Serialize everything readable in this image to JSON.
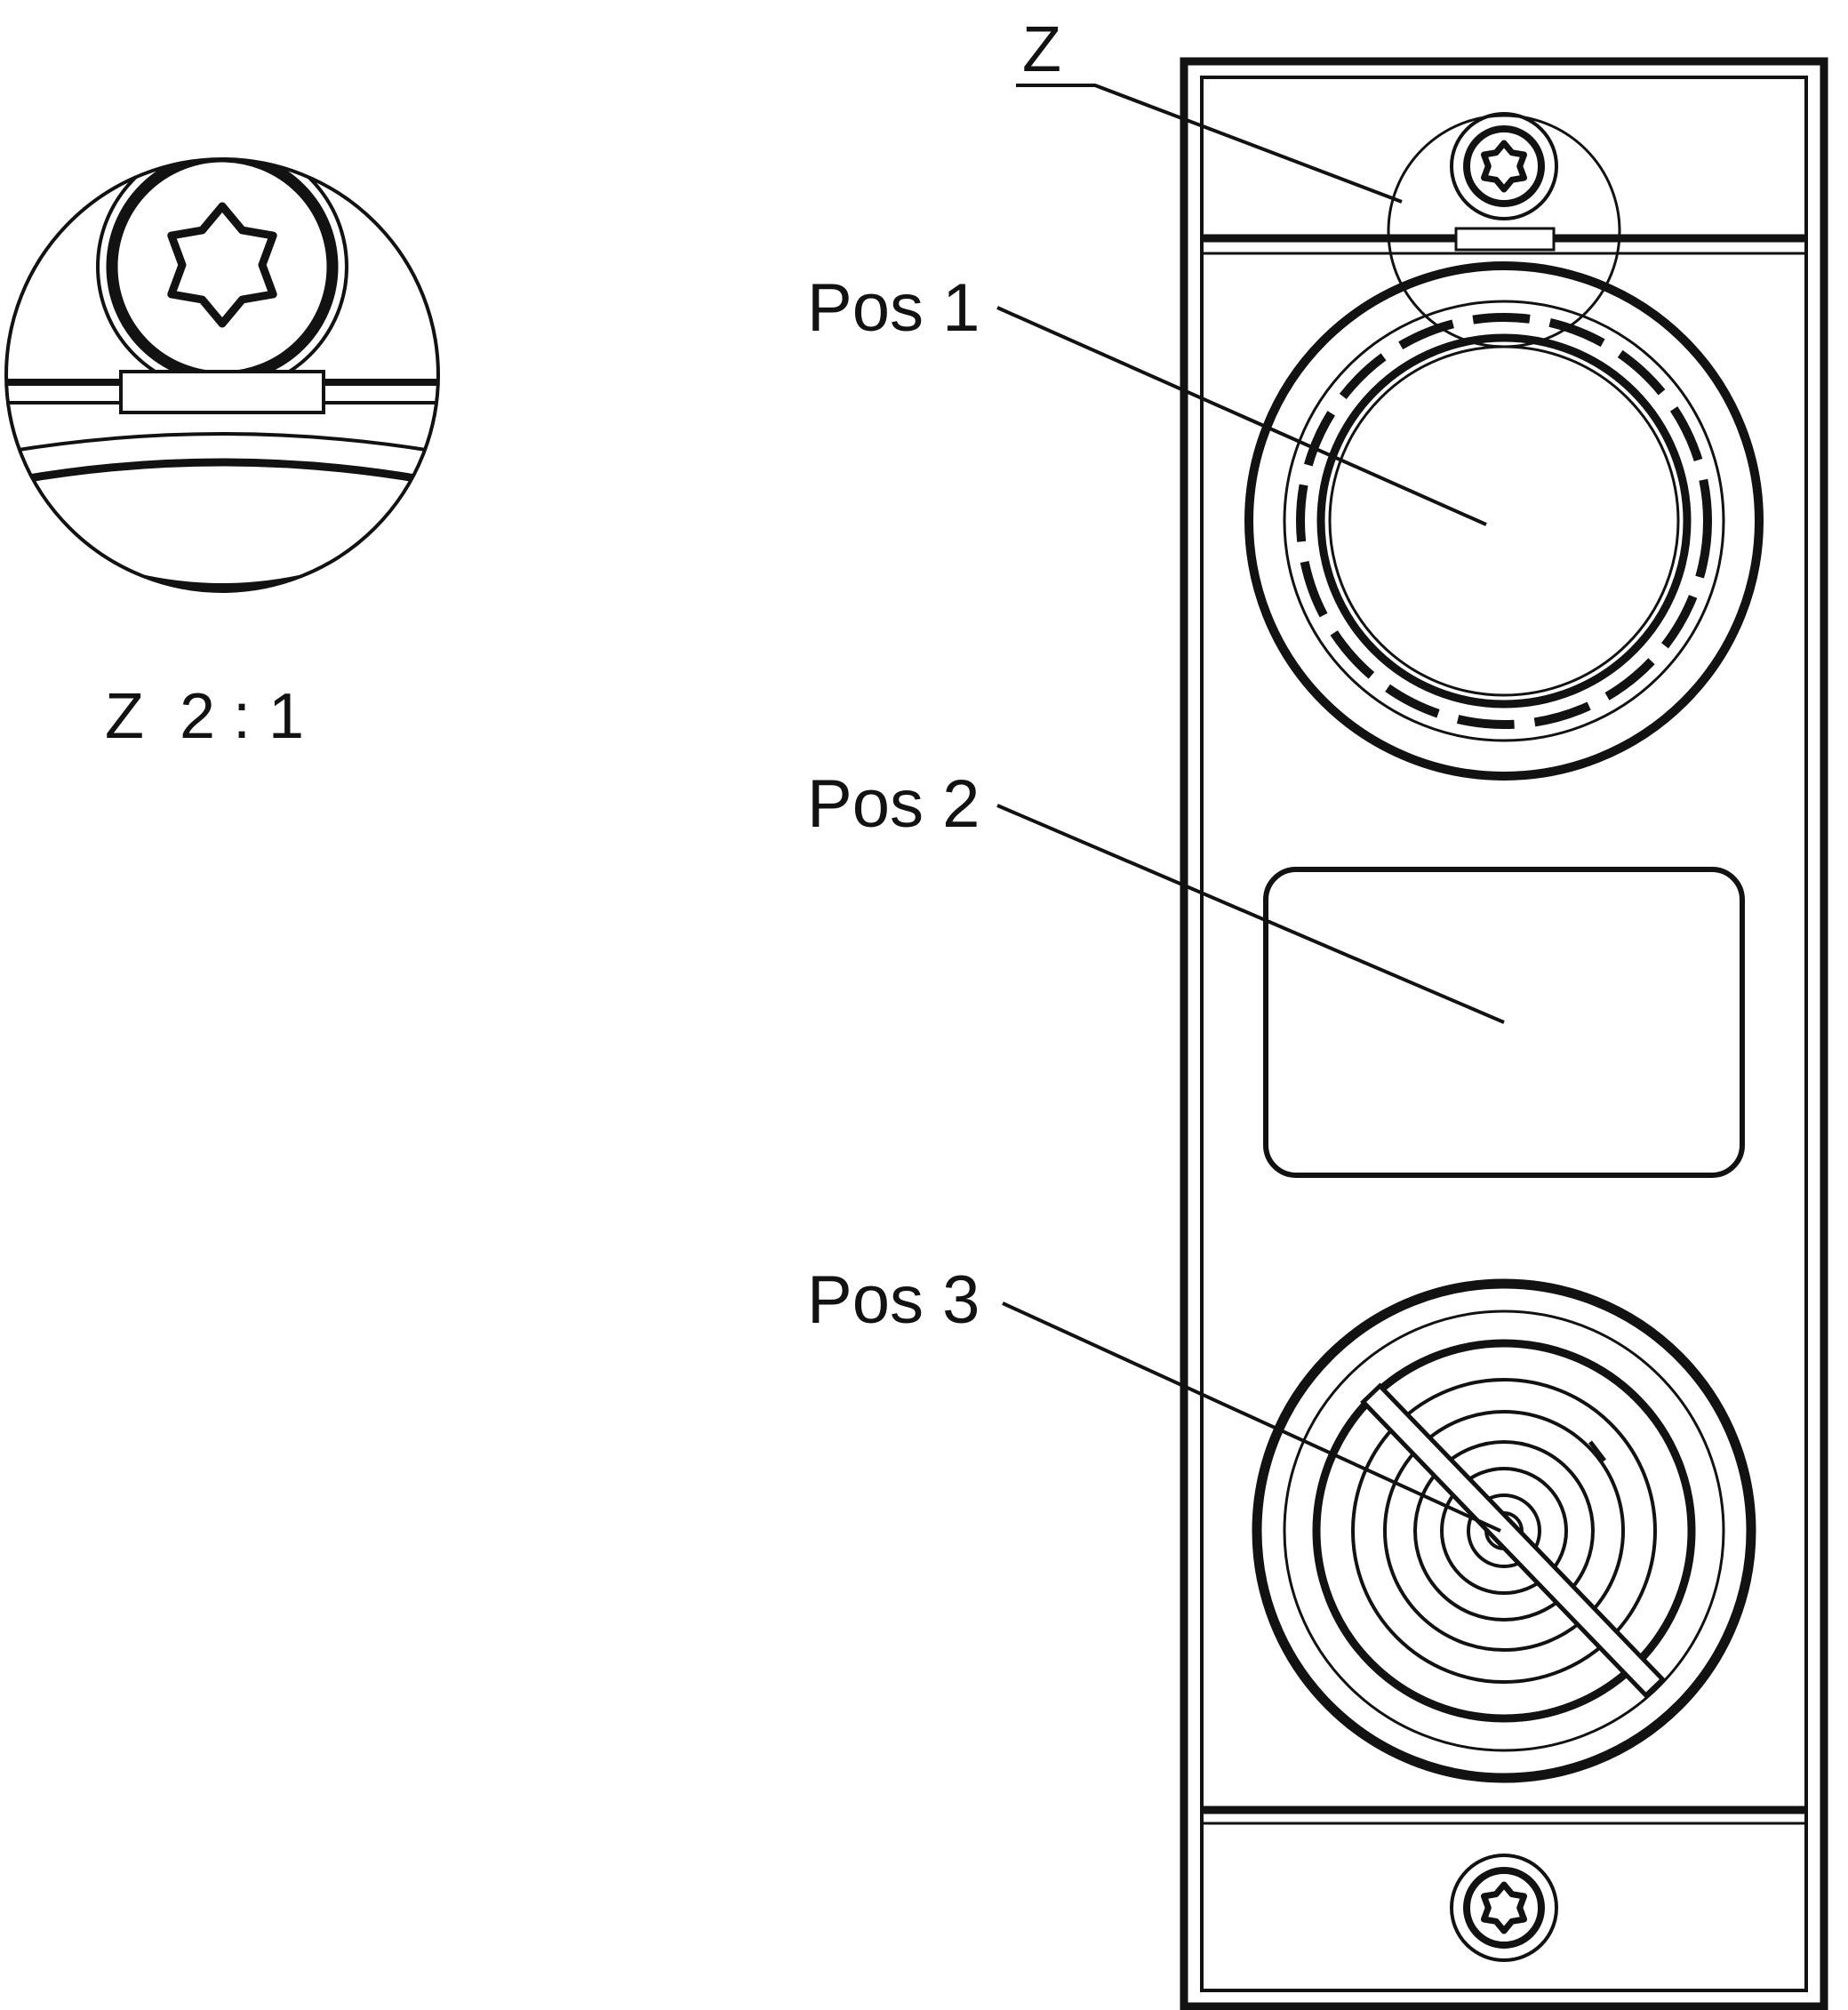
{
  "drawing": {
    "labels": {
      "detail_ref": "Z",
      "detail_scale": "Z  2 : 1",
      "pos1": "Pos 1",
      "pos2": "Pos 2",
      "pos3": "Pos 3"
    },
    "colors": {
      "ink": "#121212",
      "paper": "#ffffff"
    }
  }
}
